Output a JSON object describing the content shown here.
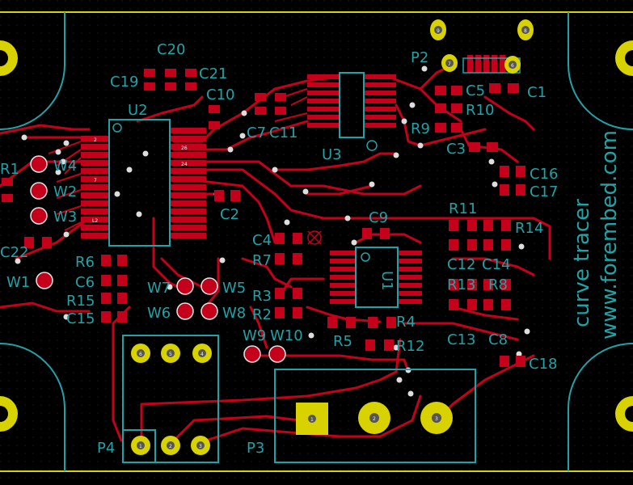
{
  "colors": {
    "background": "#000000",
    "copper": "#c4001a",
    "silkscreen": "#1fa3a6",
    "edge": "#d7d200",
    "drill": "#d7d200"
  },
  "labels": {
    "U2": "U2",
    "U3": "U3",
    "U1": "U1",
    "P2": "P2",
    "P3": "P3",
    "P4": "P4",
    "C1": "C1",
    "C2": "C2",
    "C3": "C3",
    "C4": "C4",
    "C5": "C5",
    "C6": "C6",
    "C7": "C7",
    "C8": "C8",
    "C9": "C9",
    "C10": "C10",
    "C11": "C11",
    "C12": "C12",
    "C13": "C13",
    "C14": "C14",
    "C15": "C15",
    "C16": "C16",
    "C17": "C17",
    "C18": "C18",
    "C19": "C19",
    "C20": "C20",
    "C21": "C21",
    "C22": "C22",
    "R1": "R1",
    "R2": "R2",
    "R3": "R3",
    "R4": "R4",
    "R5": "R5",
    "R6": "R6",
    "R7": "R7",
    "R8": "R8",
    "R9": "R9",
    "R10": "R10",
    "R11": "R11",
    "R12": "R12",
    "R13": "R13",
    "R14": "R14",
    "R15": "R15",
    "W1": "W1",
    "W2": "W2",
    "W3": "W3",
    "W4": "W4",
    "W5": "W5",
    "W6": "W6",
    "W7": "W7",
    "W8": "W8",
    "W9": "W9",
    "W10": "W10"
  },
  "branding": {
    "title": "curve tracer",
    "url": "www.forembed.com"
  },
  "pad_numbers": {
    "p2_9": "9",
    "p2_8": "8",
    "p2_7": "7",
    "p2_6": "6",
    "p3_1": "1",
    "p3_2": "2",
    "p3_3": "3",
    "p4_4": "4",
    "p4_5": "5",
    "p4_6": "6",
    "p4_1": "1",
    "p4_2": "2",
    "p4_3": "3",
    "u2_2": "2",
    "u2_7": "7",
    "u2_l2": "L2",
    "u2_26": "26",
    "u2_24": "24"
  }
}
